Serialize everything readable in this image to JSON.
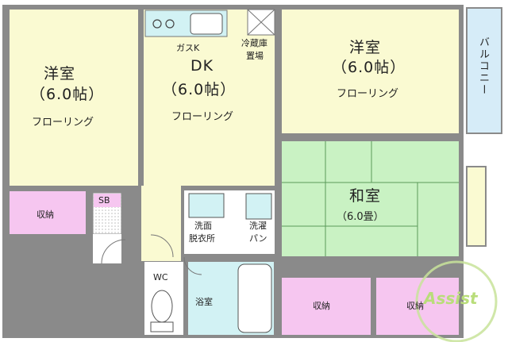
{
  "rooms": {
    "western_left": {
      "name": "洋室",
      "size": "（6.0帖）",
      "floor": "フローリング"
    },
    "dk": {
      "name": "DK",
      "size": "（6.0帖）",
      "floor": "フローリング",
      "kitchen": "ガスK"
    },
    "fridge": {
      "line1": "冷蔵庫",
      "line2": "置場"
    },
    "western_right": {
      "name": "洋室",
      "size": "（6.0帖）",
      "floor": "フローリング"
    },
    "balcony": "バルコニー",
    "japanese": {
      "name": "和室",
      "size": "（6.0畳）"
    },
    "storage_left": "収納",
    "storage_mid": "収納",
    "storage_right": "収納",
    "sb": "SB",
    "washroom": {
      "line1": "洗面",
      "line2": "脱衣所"
    },
    "laundry": {
      "line1": "洗濯",
      "line2": "パン"
    },
    "wc": "WC",
    "bath": "浴室"
  },
  "logo": {
    "text": "Assist"
  },
  "colors": {
    "flooring": "#fafad2",
    "tatami": "#c9f2c3",
    "storage": "#f6c6f0",
    "bath": "#d2f2f4",
    "wall": "#7f7f7f",
    "logo": "#b9dd7a"
  }
}
